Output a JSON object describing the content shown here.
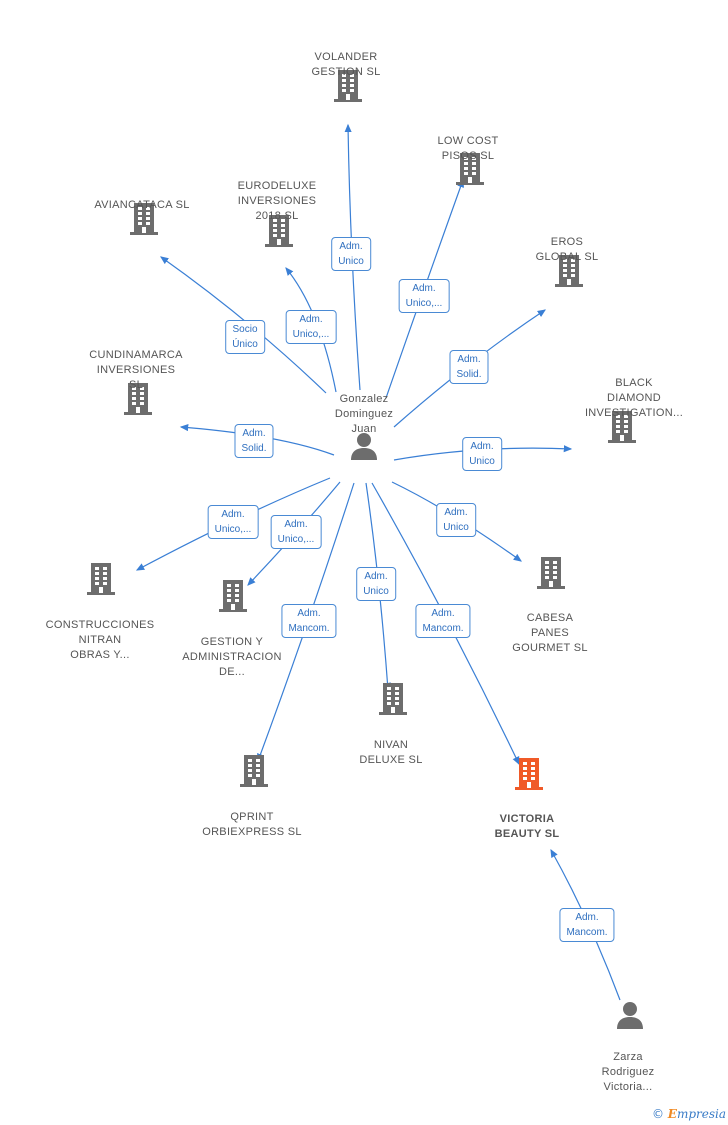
{
  "center": {
    "label": [
      "Gonzalez",
      "Dominguez",
      "Juan"
    ]
  },
  "person2": {
    "label": [
      "Zarza",
      "Rodriguez",
      "Victoria..."
    ]
  },
  "companies": [
    {
      "id": "volander",
      "label": [
        "VOLANDER",
        "GESTION  SL"
      ]
    },
    {
      "id": "lowcost",
      "label": [
        "LOW COST",
        "PISOS  SL"
      ]
    },
    {
      "id": "eurodeluxe",
      "label": [
        "EURODELUXE",
        "INVERSIONES",
        "2018  SL"
      ]
    },
    {
      "id": "aviancataca",
      "label": [
        "AVIANCATACA SL"
      ]
    },
    {
      "id": "eros",
      "label": [
        "EROS",
        "GLOBAL  SL"
      ]
    },
    {
      "id": "cundinamarca",
      "label": [
        "CUNDINAMARCA",
        "INVERSIONES",
        "SL"
      ]
    },
    {
      "id": "black",
      "label": [
        "BLACK",
        "DIAMOND",
        "INVESTIGATION..."
      ]
    },
    {
      "id": "construcciones",
      "label": [
        "CONSTRUCCIONES",
        "NITRAN",
        "OBRAS Y..."
      ]
    },
    {
      "id": "gestion",
      "label": [
        "GESTION Y",
        "ADMINISTRACION",
        "DE..."
      ]
    },
    {
      "id": "cabesa",
      "label": [
        "CABESA",
        "PANES",
        "GOURMET  SL"
      ]
    },
    {
      "id": "nivan",
      "label": [
        "NIVAN",
        "DELUXE  SL"
      ]
    },
    {
      "id": "qprint",
      "label": [
        "QPRINT",
        "ORBIEXPRESS SL"
      ]
    },
    {
      "id": "victoria",
      "label": [
        "VICTORIA",
        "BEAUTY  SL"
      ]
    }
  ],
  "edges": [
    {
      "to": "volander",
      "label": [
        "Adm.",
        "Unico"
      ]
    },
    {
      "to": "lowcost",
      "label": [
        "Adm.",
        "Unico,..."
      ]
    },
    {
      "to": "eurodeluxe",
      "label": [
        "Adm.",
        "Unico,..."
      ]
    },
    {
      "to": "aviancataca",
      "label": [
        "Socio",
        "Único"
      ]
    },
    {
      "to": "eros",
      "label": [
        "Adm.",
        "Solid."
      ]
    },
    {
      "to": "cundinamarca",
      "label": [
        "Adm.",
        "Solid."
      ]
    },
    {
      "to": "black",
      "label": [
        "Adm.",
        "Unico"
      ]
    },
    {
      "to": "construcciones",
      "label": [
        "Adm.",
        "Unico,..."
      ]
    },
    {
      "to": "gestion",
      "label": [
        "Adm.",
        "Unico,..."
      ]
    },
    {
      "to": "cabesa",
      "label": [
        "Adm.",
        "Unico"
      ]
    },
    {
      "to": "nivan",
      "label": [
        "Adm.",
        "Unico"
      ]
    },
    {
      "to": "qprint",
      "label": [
        "Adm.",
        "Mancom."
      ]
    },
    {
      "to": "victoria",
      "label": [
        "Adm.",
        "Mancom."
      ]
    },
    {
      "from": "person2",
      "to": "victoria",
      "label": [
        "Adm.",
        "Mancom."
      ]
    }
  ],
  "colors": {
    "edge": "#3a7fd5",
    "building": "#6d6d6d",
    "highlight": "#f05a28",
    "person": "#6d6d6d"
  },
  "footer": {
    "copyright": "©",
    "brand_initial": "E",
    "brand_rest": "mpresia"
  }
}
